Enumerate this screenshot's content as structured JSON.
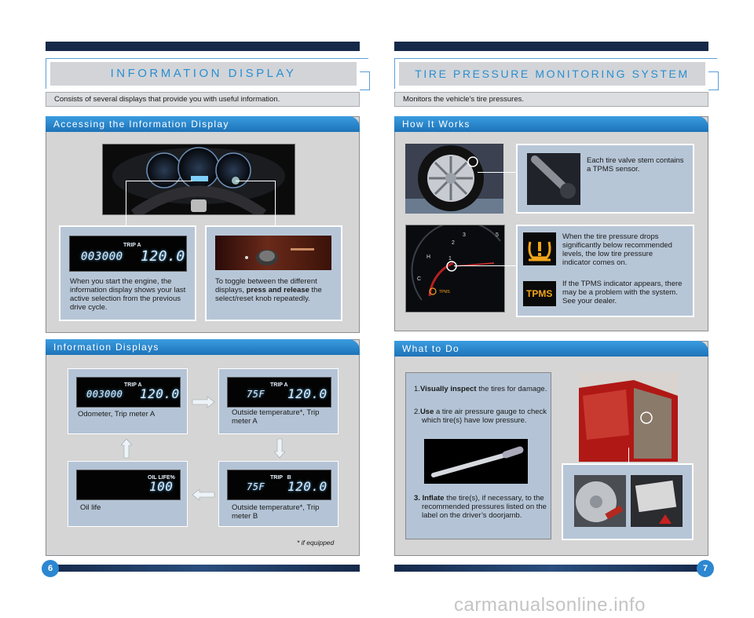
{
  "left_page": {
    "title": "INFORMATION DISPLAY",
    "subtitle": "Consists of several displays that provide you with useful information.",
    "accessing": {
      "heading": "Accessing the Information Display",
      "start_text": "When you start the engine, the information display shows your last active selection from the previous drive cycle.",
      "toggle_text_before": "To toggle between the different displays, ",
      "toggle_text_bold": "press and release",
      "toggle_text_after": " the select/reset knob repeatedly.",
      "lcd_trip": "TRIP A",
      "lcd_odo": "003000",
      "lcd_trip_value": "120.0"
    },
    "displays": {
      "heading": "Information Displays",
      "items": [
        {
          "label": "Odometer, Trip meter A",
          "trip": "TRIP A",
          "left": "003000",
          "right": "120.0"
        },
        {
          "label": "Outside temperature*, Trip meter A",
          "trip": "TRIP A",
          "left": "75F",
          "right": "120.0"
        },
        {
          "label": "Oil life",
          "trip": "OIL LIFE%",
          "left": "",
          "right": "100"
        },
        {
          "label": "Outside temperature*, Trip meter B",
          "trip": "TRIP   B",
          "left": "75F",
          "right": "120.0"
        }
      ],
      "footnote": "* if equipped"
    },
    "page_number": "6"
  },
  "right_page": {
    "title": "TIRE PRESSURE MONITORING SYSTEM (TPMS)",
    "subtitle": "Monitors the vehicle’s tire pressures.",
    "how": {
      "heading": "How It Works",
      "valve_text": "Each tire valve stem contains a TPMS sensor.",
      "drops_text": "When the tire pressure drops significantly below recommended levels, the low tire pressure indicator comes on.",
      "tpms_text": "If the TPMS indicator appears, there may be a problem with the system. See your dealer.",
      "tpms_label": "TPMS",
      "gauge_label": "TPMS"
    },
    "what": {
      "heading": "What to Do",
      "step1_num": "1.",
      "step1_bold": "Visually inspect",
      "step1_rest": " the tires for damage.",
      "step2_num": "2.",
      "step2_bold": "Use",
      "step2_rest": " a tire air pressure gauge to check which tire(s) have low pressure.",
      "step3_num": "3.",
      "step3_bold": "Inflate",
      "step3_rest": " the tire(s), if necessary, to the recommended pressures listed on the label on the driver’s doorjamb."
    },
    "page_number": "7"
  },
  "watermark": "carmanualsonline.info",
  "colors": {
    "accent": "#2a8fd0",
    "navy": "#16294a",
    "panel": "#d5d5d5",
    "card": "#b4c4d6",
    "lcd_glow": "#6ac4ff"
  }
}
